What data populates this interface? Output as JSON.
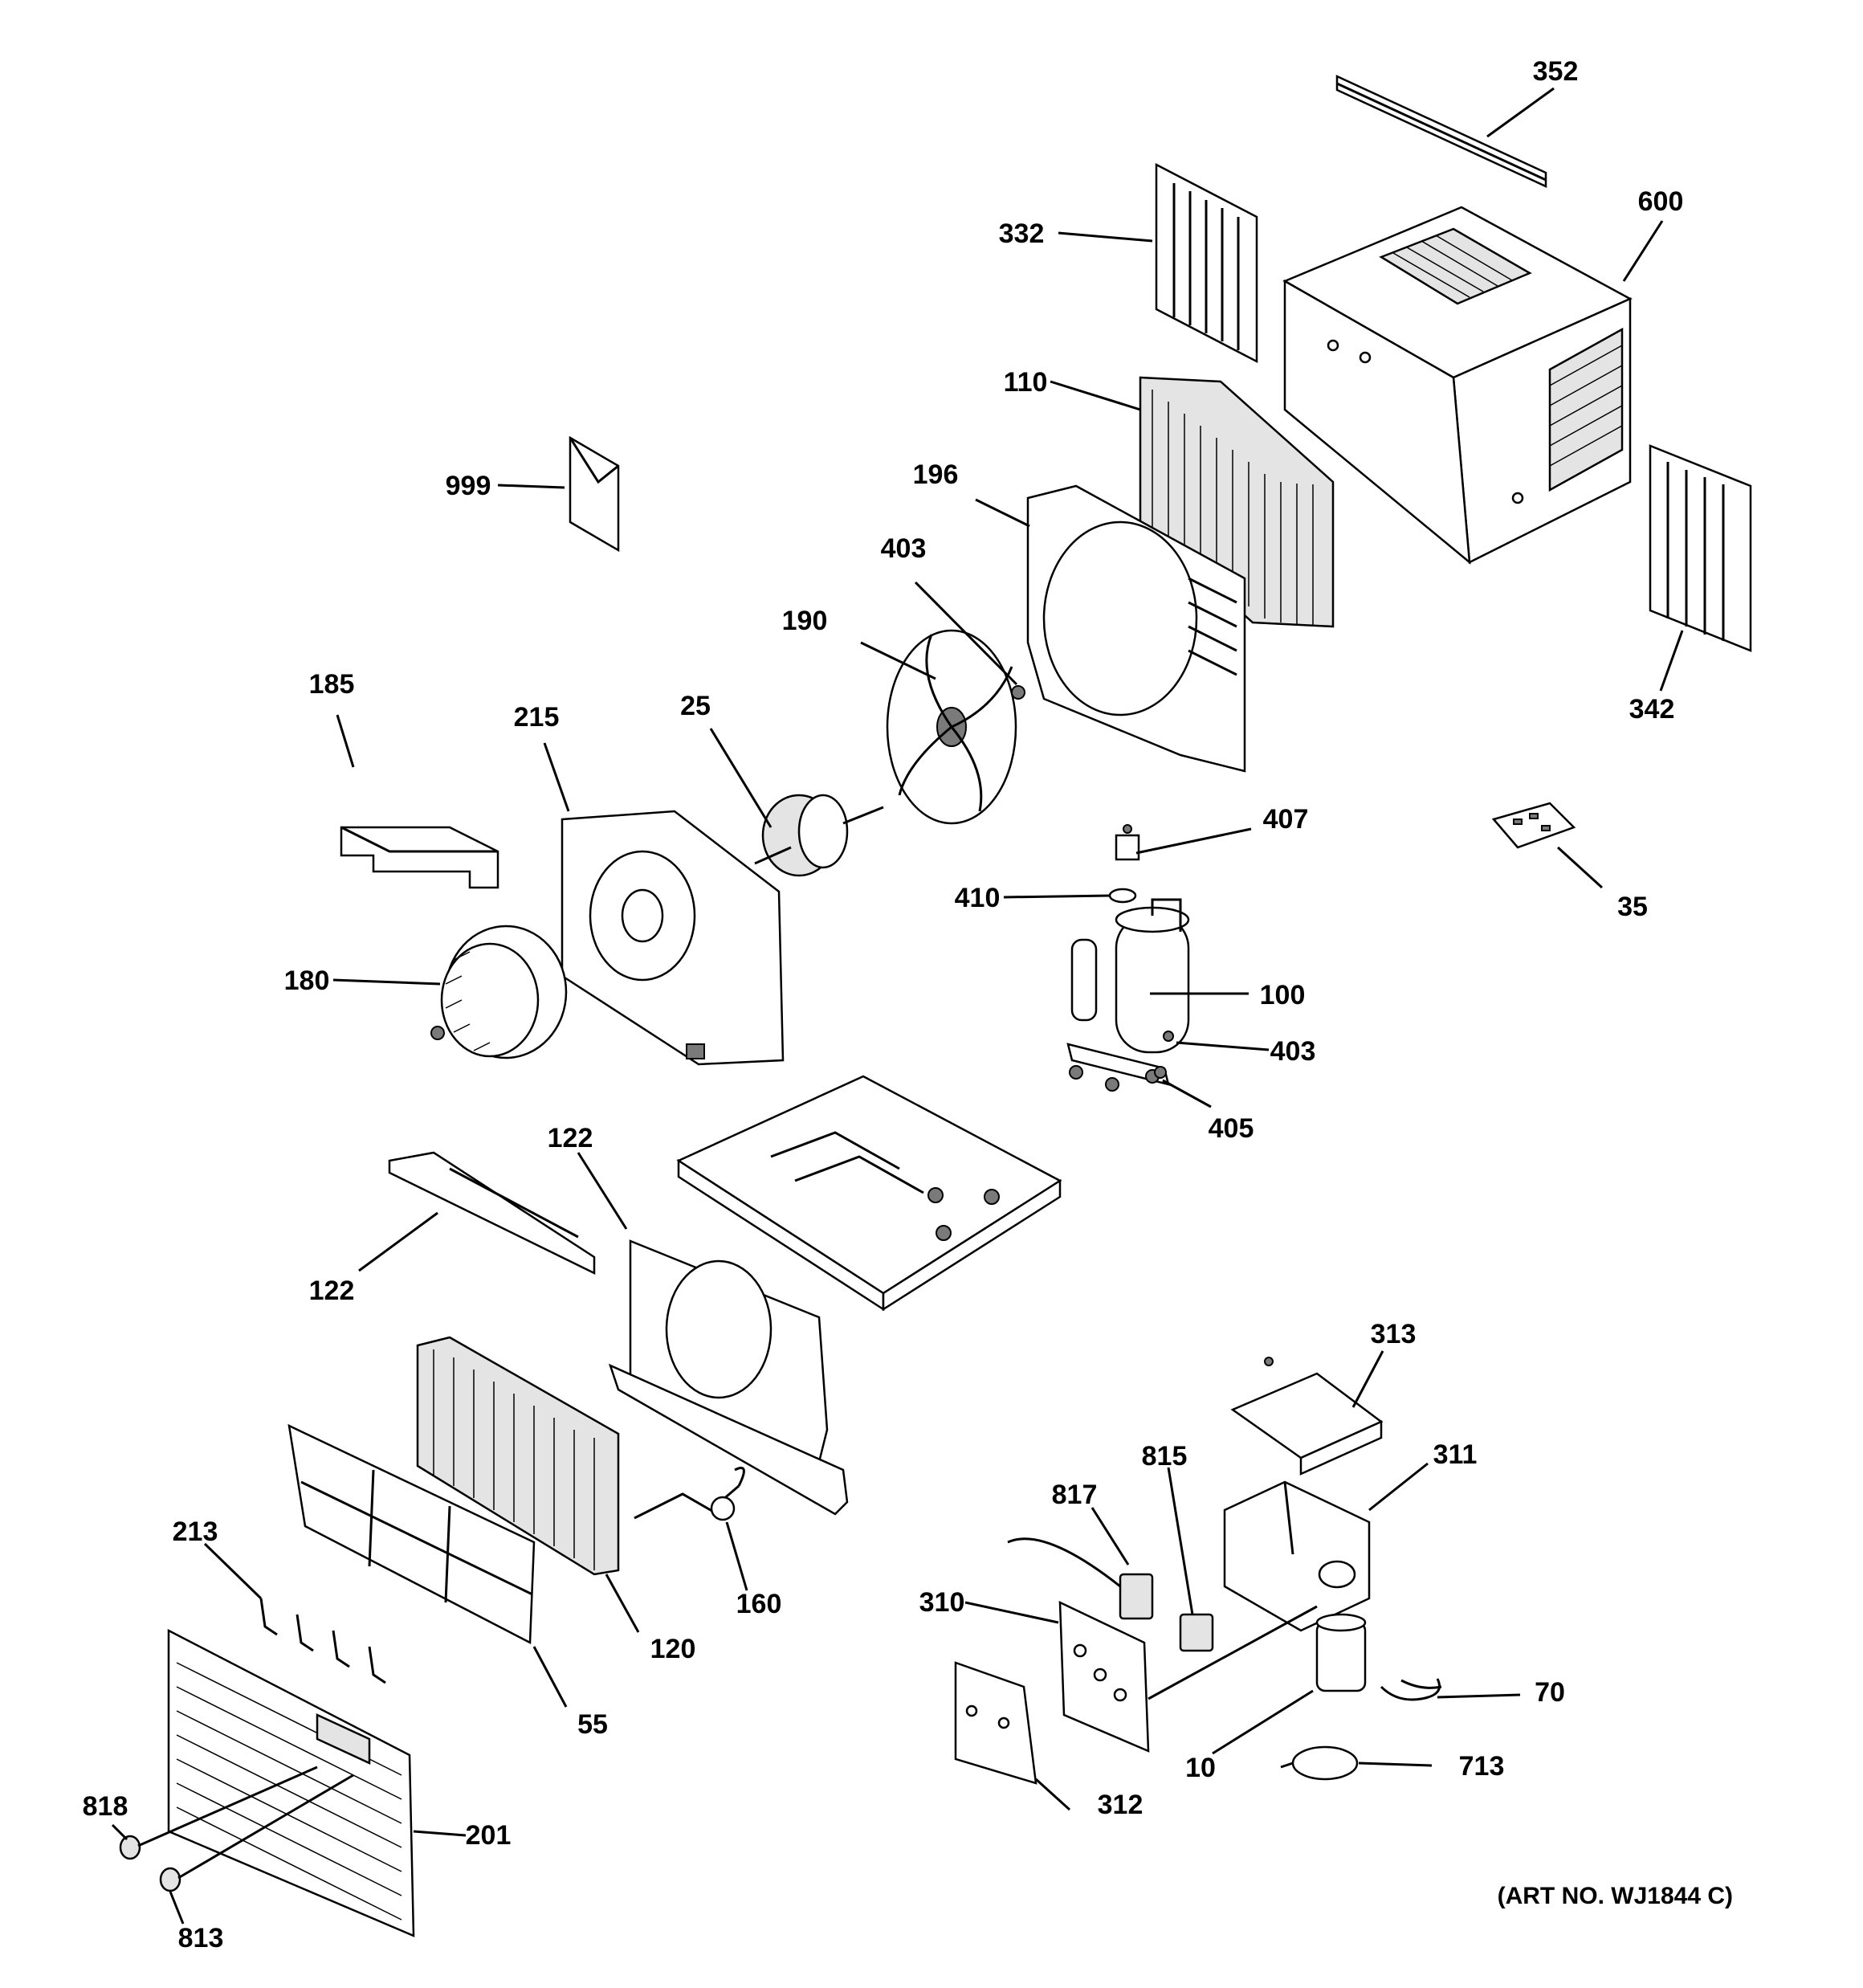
{
  "diagram": {
    "art_number": "(ART NO. WJ1844 C)",
    "callouts": {
      "c352": "352",
      "c600": "600",
      "c332": "332",
      "c110": "110",
      "c999": "999",
      "c196": "196",
      "c403a": "403",
      "c190": "190",
      "c342": "342",
      "c185": "185",
      "c215": "215",
      "c25": "25",
      "c407": "407",
      "c35": "35",
      "c410": "410",
      "c100": "100",
      "c180": "180",
      "c403b": "403",
      "c405": "405",
      "c122a": "122",
      "c122b": "122",
      "c313": "313",
      "c311": "311",
      "c815": "815",
      "c817": "817",
      "c160": "160",
      "c213": "213",
      "c120": "120",
      "c310": "310",
      "c70": "70",
      "c55": "55",
      "c10": "10",
      "c713": "713",
      "c818": "818",
      "c201": "201",
      "c312": "312",
      "c813": "813"
    }
  }
}
